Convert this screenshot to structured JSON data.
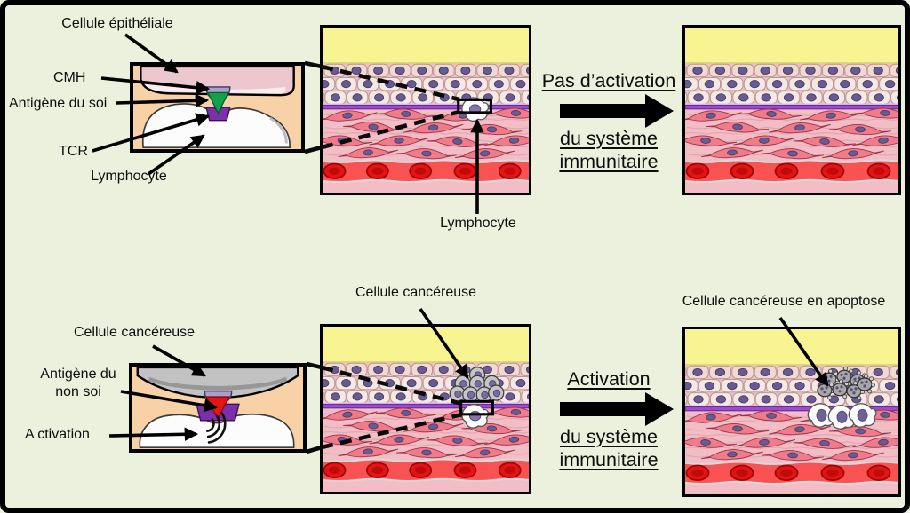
{
  "palette": {
    "page_bg": "#ebf1dd",
    "frame_black": "#000000",
    "inset_bg": "#f8d2a6",
    "epithelial_slab_pink": "#edc7cf",
    "cmh_lavender": "#aa9ecf",
    "self_antigen_green": "#0fa24a",
    "nonself_antigen_red": "#e21616",
    "tcr_purple": "#7b2fa8",
    "lymphocyte_white": "#fcfcfc",
    "cancer_gray": "#c6c6c6",
    "apoptotic_gray": "#a7a7a7",
    "tissue_yellow": "#f8f492",
    "epithelial_cell_fill": "#f6e9e5",
    "nucleus_purple": "#675b90",
    "basement_membrane_purple": "#9a4fc8",
    "dermis_pink": "#f3bdc5",
    "fibroblast_red": "#ef7b8b",
    "vessel_red": "#f85252",
    "rbc_red": "#e51414"
  },
  "top_row": {
    "inset": {
      "labels": {
        "epithelial_cell": "Cellule épithéliale",
        "mhc": "CMH",
        "self_antigen": "Antigène du soi",
        "tcr": "TCR",
        "lymphocyte": "Lymphocyte"
      }
    },
    "middle_diagram_label": "Lymphocyte",
    "outcome": {
      "line1": "Pas d’activation",
      "line2": "du système",
      "line3": "immunitaire"
    }
  },
  "bottom_row": {
    "inset": {
      "labels": {
        "cancer_cell": "Cellule cancéreuse",
        "nonself_antigen_line1": "Antigène du",
        "nonself_antigen_line2": "non soi",
        "activation": "A ctivation"
      }
    },
    "middle_diagram_label": "Cellule cancéreuse",
    "outcome": {
      "line1": "Activation",
      "line2": "du système",
      "line3": "immunitaire"
    },
    "right_diagram_label": "Cellule cancéreuse en apoptose"
  }
}
